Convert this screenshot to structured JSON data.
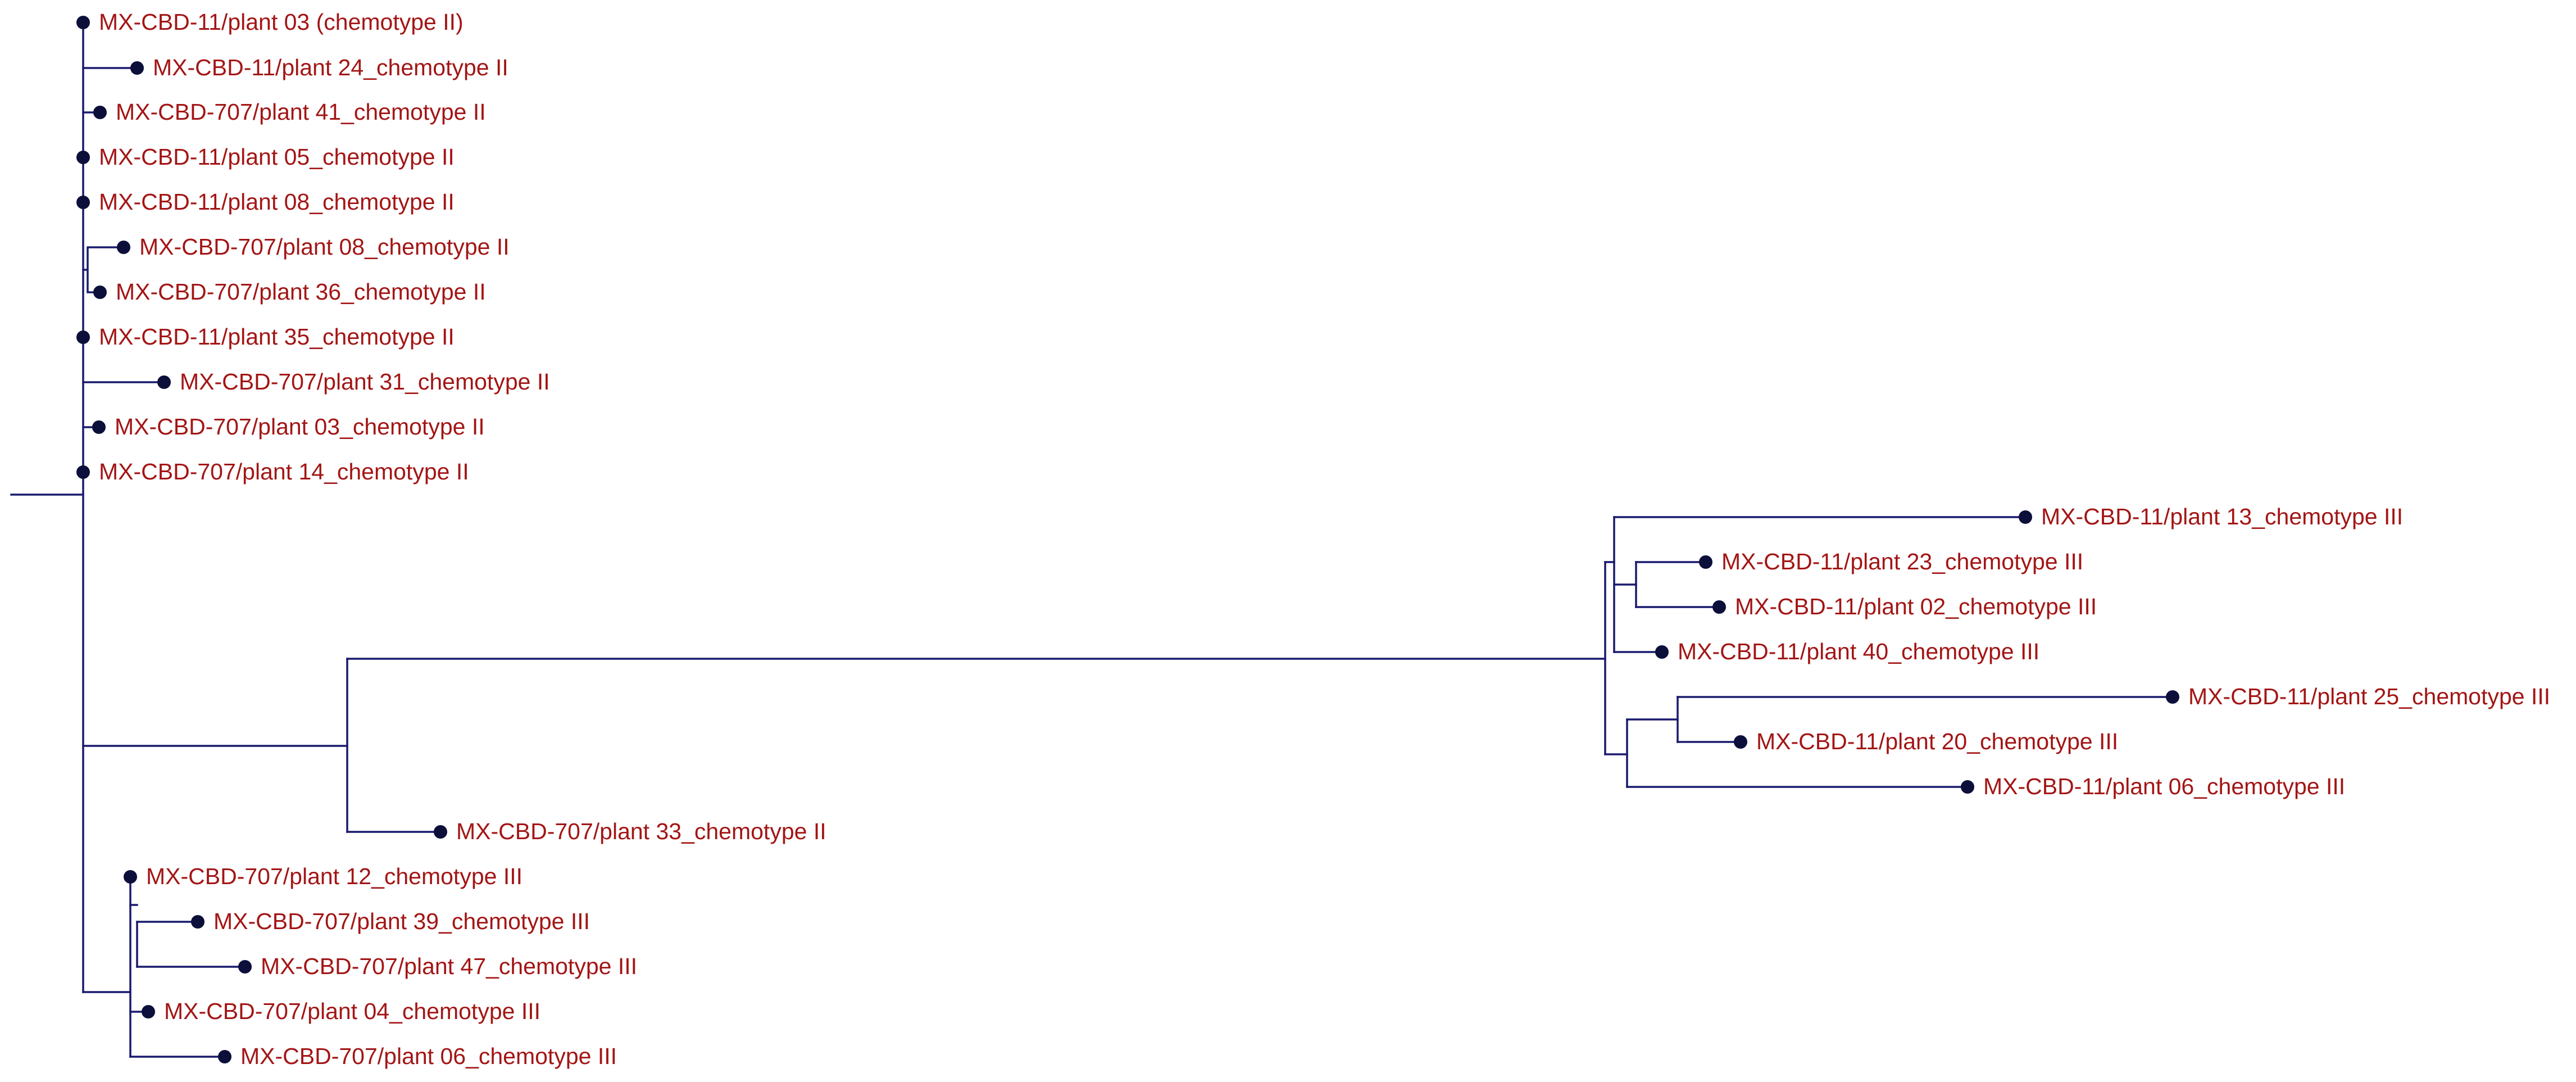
{
  "colors": {
    "branch": "#1a1a6e",
    "node": "#0b0f3a",
    "label": "#a31515"
  },
  "tips": [
    {
      "id": "t1",
      "label": "MX-CBD-11/plant 03 (chemotype II)"
    },
    {
      "id": "t2",
      "label": "MX-CBD-11/plant 24_chemotype II"
    },
    {
      "id": "t3",
      "label": "MX-CBD-707/plant 41_chemotype II"
    },
    {
      "id": "t4",
      "label": "MX-CBD-11/plant 05_chemotype II"
    },
    {
      "id": "t5",
      "label": "MX-CBD-11/plant 08_chemotype II"
    },
    {
      "id": "t6",
      "label": "MX-CBD-707/plant 08_chemotype II"
    },
    {
      "id": "t7",
      "label": "MX-CBD-707/plant 36_chemotype II"
    },
    {
      "id": "t8",
      "label": "MX-CBD-11/plant 35_chemotype II"
    },
    {
      "id": "t9",
      "label": "MX-CBD-707/plant 31_chemotype II"
    },
    {
      "id": "t10",
      "label": "MX-CBD-707/plant 03_chemotype II"
    },
    {
      "id": "t11",
      "label": "MX-CBD-707/plant 14_chemotype II"
    },
    {
      "id": "t12",
      "label": "MX-CBD-11/plant 13_chemotype III"
    },
    {
      "id": "t13",
      "label": "MX-CBD-11/plant 23_chemotype III"
    },
    {
      "id": "t14",
      "label": "MX-CBD-11/plant 02_chemotype III"
    },
    {
      "id": "t15",
      "label": "MX-CBD-11/plant 40_chemotype III"
    },
    {
      "id": "t16",
      "label": "MX-CBD-11/plant 25_chemotype III"
    },
    {
      "id": "t17",
      "label": "MX-CBD-11/plant 20_chemotype III"
    },
    {
      "id": "t18",
      "label": "MX-CBD-11/plant 06_chemotype III"
    },
    {
      "id": "t19",
      "label": "MX-CBD-707/plant 33_chemotype II"
    },
    {
      "id": "t20",
      "label": "MX-CBD-707/plant 12_chemotype III"
    },
    {
      "id": "t21",
      "label": "MX-CBD-707/plant 39_chemotype III"
    },
    {
      "id": "t22",
      "label": "MX-CBD-707/plant 47_chemotype III"
    },
    {
      "id": "t23",
      "label": "MX-CBD-707/plant 04_chemotype III"
    },
    {
      "id": "t24",
      "label": "MX-CBD-707/plant 06_chemotype III"
    }
  ]
}
